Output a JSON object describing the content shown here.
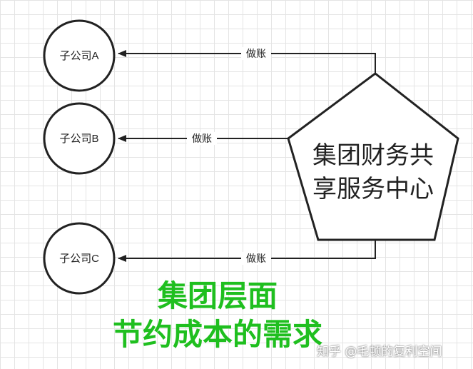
{
  "nodes": {
    "company_a": "子公司A",
    "company_b": "子公司B",
    "company_c": "子公司C",
    "center_line1": "集团财务共",
    "center_line2": "享服务中心"
  },
  "edges": {
    "to_a": "做账",
    "to_b": "做账",
    "to_c": "做账"
  },
  "caption": {
    "line1": "集团层面",
    "line2": "节约成本的需求"
  },
  "watermark": "知乎 @毛顿的复利空间",
  "colors": {
    "caption": "#1fbf1f",
    "stroke": "#222222",
    "grid": "#e4e4e4"
  }
}
